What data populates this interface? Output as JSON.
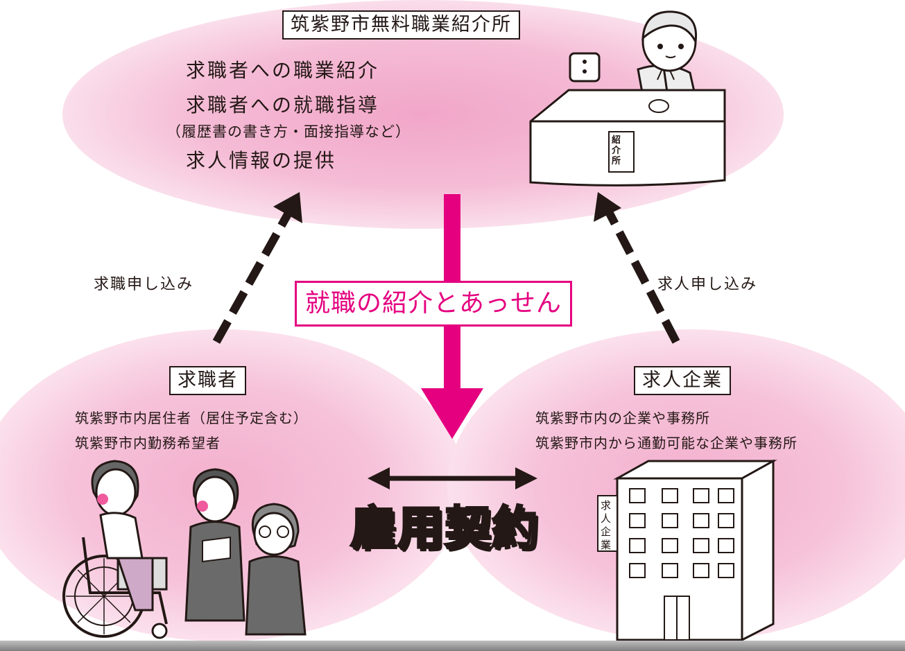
{
  "agency": {
    "title": "筑紫野市無料職業紹介所",
    "services": [
      "求職者への職業紹介",
      "求職者への就職指導",
      "（履歴書の書き方・面接指導など）",
      "求人情報の提供"
    ],
    "desk_sign": "紹介所"
  },
  "flows": {
    "job_seeker_apply": "求職申し込み",
    "employer_apply": "求人申し込み",
    "center": "就職の紹介とあっせん",
    "contract": "雇用契約"
  },
  "job_seeker": {
    "title": "求職者",
    "lines": [
      "筑紫野市内居住者（居住予定含む）",
      "筑紫野市内勤務希望者"
    ]
  },
  "employer": {
    "title": "求人企業",
    "lines": [
      "筑紫野市内の企業や事務所",
      "筑紫野市内から通勤可能な企業や事務所"
    ],
    "building_sign": "求人企業"
  },
  "colors": {
    "accent": "#e4007f",
    "ink": "#231815",
    "blob": "#f4b3cf"
  }
}
